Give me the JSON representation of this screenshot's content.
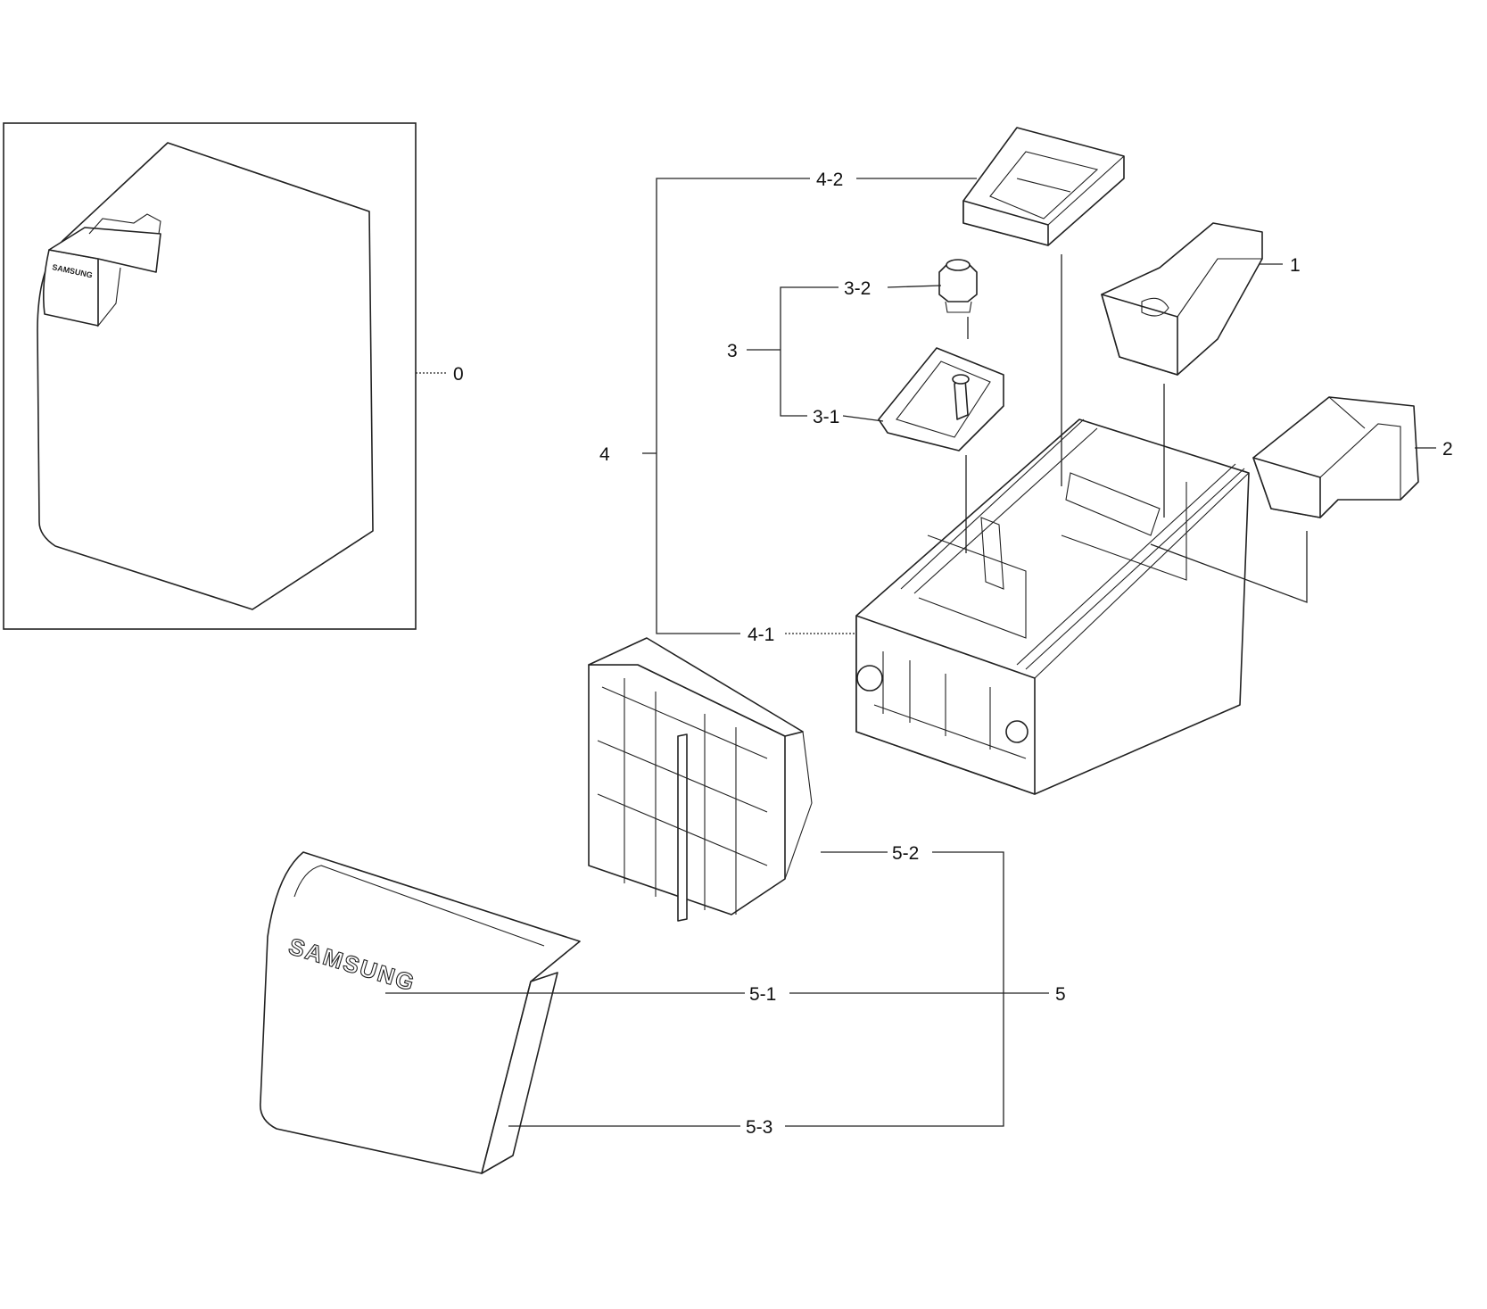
{
  "labels": {
    "assembly": "0",
    "p1": "1",
    "p2": "2",
    "p3": "3",
    "p3_1": "3-1",
    "p3_2": "3-2",
    "p4": "4",
    "p4_1": "4-1",
    "p4_2": "4-2",
    "p5": "5",
    "p5_1": "5-1",
    "p5_2": "5-2",
    "p5_3": "5-3"
  },
  "brand_logo": "SAMSUNG"
}
